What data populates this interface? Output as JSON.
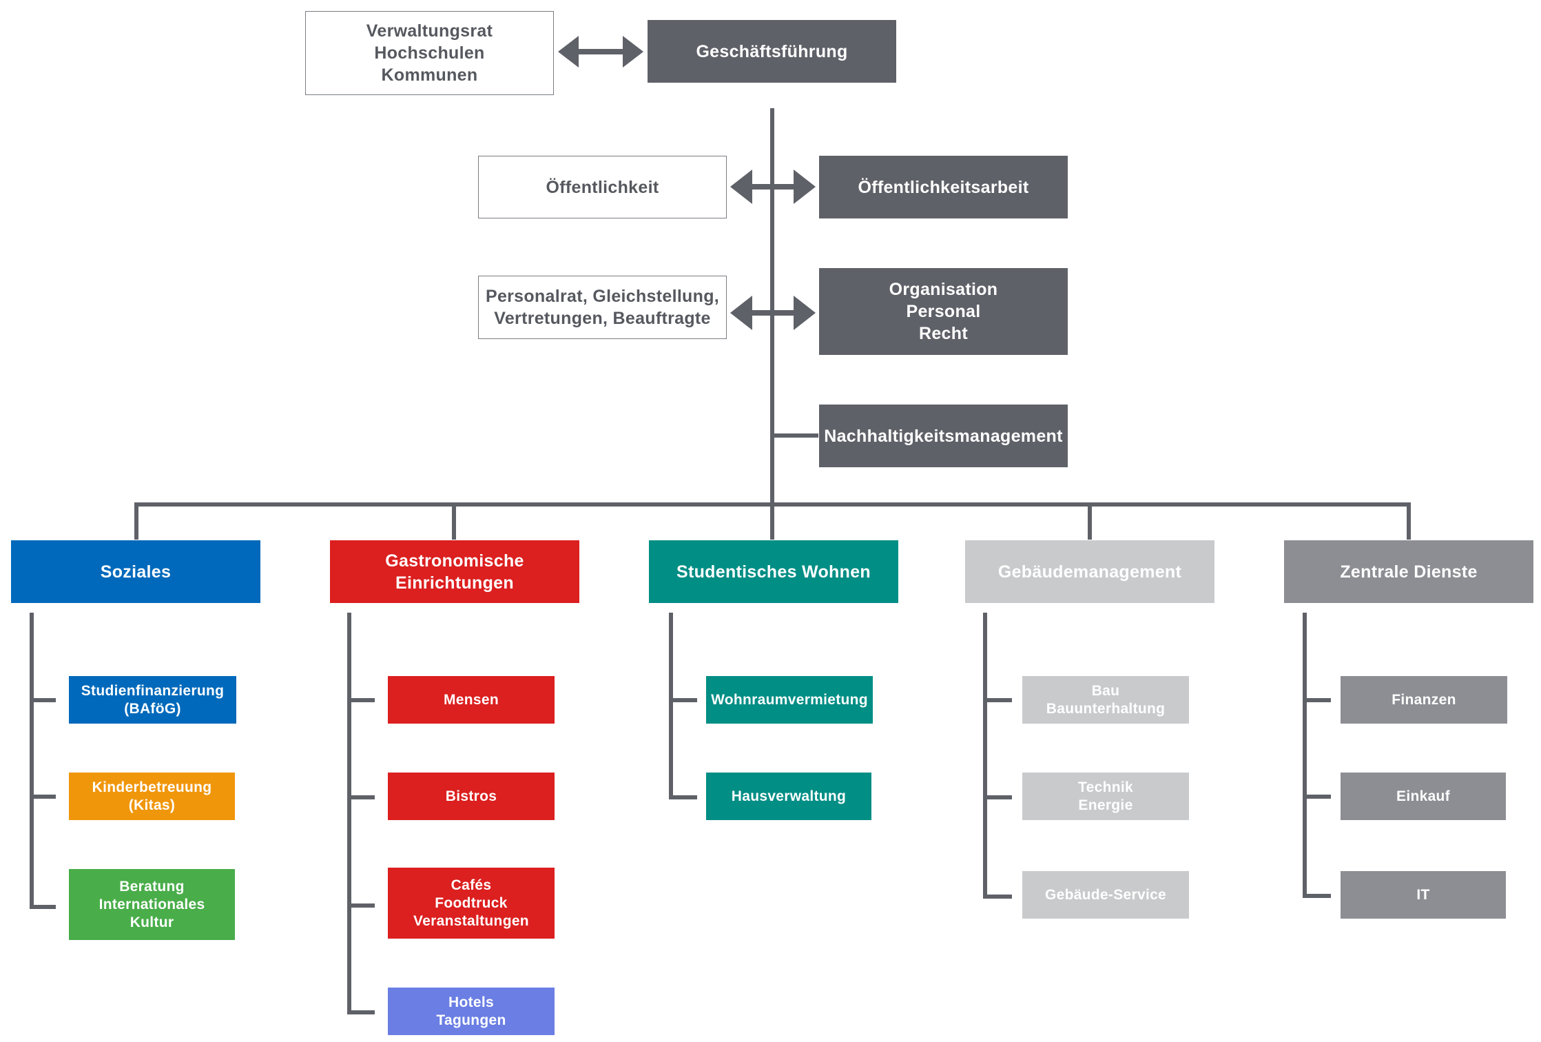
{
  "top": {
    "board": "Verwaltungsrat\nHochschulen\nKommunen",
    "management": "Geschäftsführung"
  },
  "staff": [
    {
      "left": "Öffentlichkeit",
      "right": "Öffentlichkeitsarbeit"
    },
    {
      "left": "Personalrat, Gleichstellung,\nVertretungen, Beauftragte",
      "right": "Organisation\nPersonal\nRecht"
    },
    {
      "right": "Nachhaltigkeitsmanagement"
    }
  ],
  "colors": {
    "line": "#5f6168",
    "soziales": "#0069bb",
    "gastro": "#dc1f1f",
    "hotels": "#6a7ee3",
    "wohnen": "#008e85",
    "kinder": "#f0960a",
    "beratung": "#49ad4a",
    "gebaeude": "#c9cacc",
    "zentral": "#8d8e93"
  },
  "columns": [
    {
      "title": "Soziales",
      "items": [
        "Studienfinanzierung\n(BAföG)",
        "Kinderbetreuung\n(Kitas)",
        "Beratung\nInternationales\nKultur"
      ]
    },
    {
      "title": "Gastronomische\nEinrichtungen",
      "items": [
        "Mensen",
        "Bistros",
        "Cafés\nFoodtruck\nVeranstaltungen",
        "Hotels\nTagungen"
      ]
    },
    {
      "title": "Studentisches Wohnen",
      "items": [
        "Wohnraumvermietung",
        "Hausverwaltung"
      ]
    },
    {
      "title": "Gebäudemanagement",
      "items": [
        "Bau\nBauunterhaltung",
        "Technik\nEnergie",
        "Gebäude-Service"
      ]
    },
    {
      "title": "Zentrale Dienste",
      "items": [
        "Finanzen",
        "Einkauf",
        "IT"
      ]
    }
  ]
}
